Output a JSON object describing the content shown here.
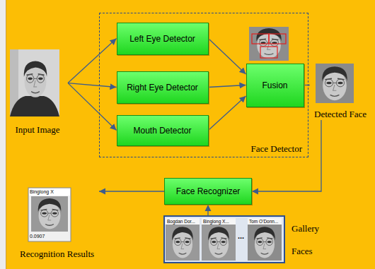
{
  "diagram": {
    "nodes": [
      {
        "text": [
          "Input Image"
        ]
      },
      {
        "text": [
          "Face Detector"
        ]
      },
      {
        "text": [
          "Left Eye Detector"
        ],
        "in": 1
      },
      {
        "text": [
          "Right Eye Detector"
        ],
        "in": 1
      },
      {
        "text": [
          "Mouth Detector"
        ],
        "in": 1
      },
      {
        "text": [
          "Fusion"
        ],
        "in": 1
      },
      {
        "text": [
          "Detected Face"
        ]
      },
      {
        "text": [
          "Face Recognizer"
        ]
      },
      {
        "text": [
          "Bogdan Dor...",
          "Binglong X...",
          "...",
          "Tom O'Donn...",
          "Gallery Faces"
        ]
      },
      {
        "text": [
          "Binglong X",
          "0.0907",
          "Recognition Results"
        ]
      }
    ],
    "edges": [
      {
        "from": 0,
        "to": 2,
        "arrow": "to"
      },
      {
        "from": 0,
        "to": 3,
        "arrow": "to"
      },
      {
        "from": 0,
        "to": 4,
        "arrow": "to"
      },
      {
        "from": 2,
        "to": 5,
        "arrow": "to"
      },
      {
        "from": 3,
        "to": 5,
        "arrow": "to"
      },
      {
        "from": 4,
        "to": 5,
        "arrow": "to"
      },
      {
        "from": 5,
        "to": 6,
        "arrow": "none"
      },
      {
        "from": 6,
        "to": 7,
        "arrow": "to"
      },
      {
        "from": 8,
        "to": 7,
        "arrow": "to"
      },
      {
        "from": 7,
        "to": 9,
        "arrow": "to"
      }
    ]
  }
}
